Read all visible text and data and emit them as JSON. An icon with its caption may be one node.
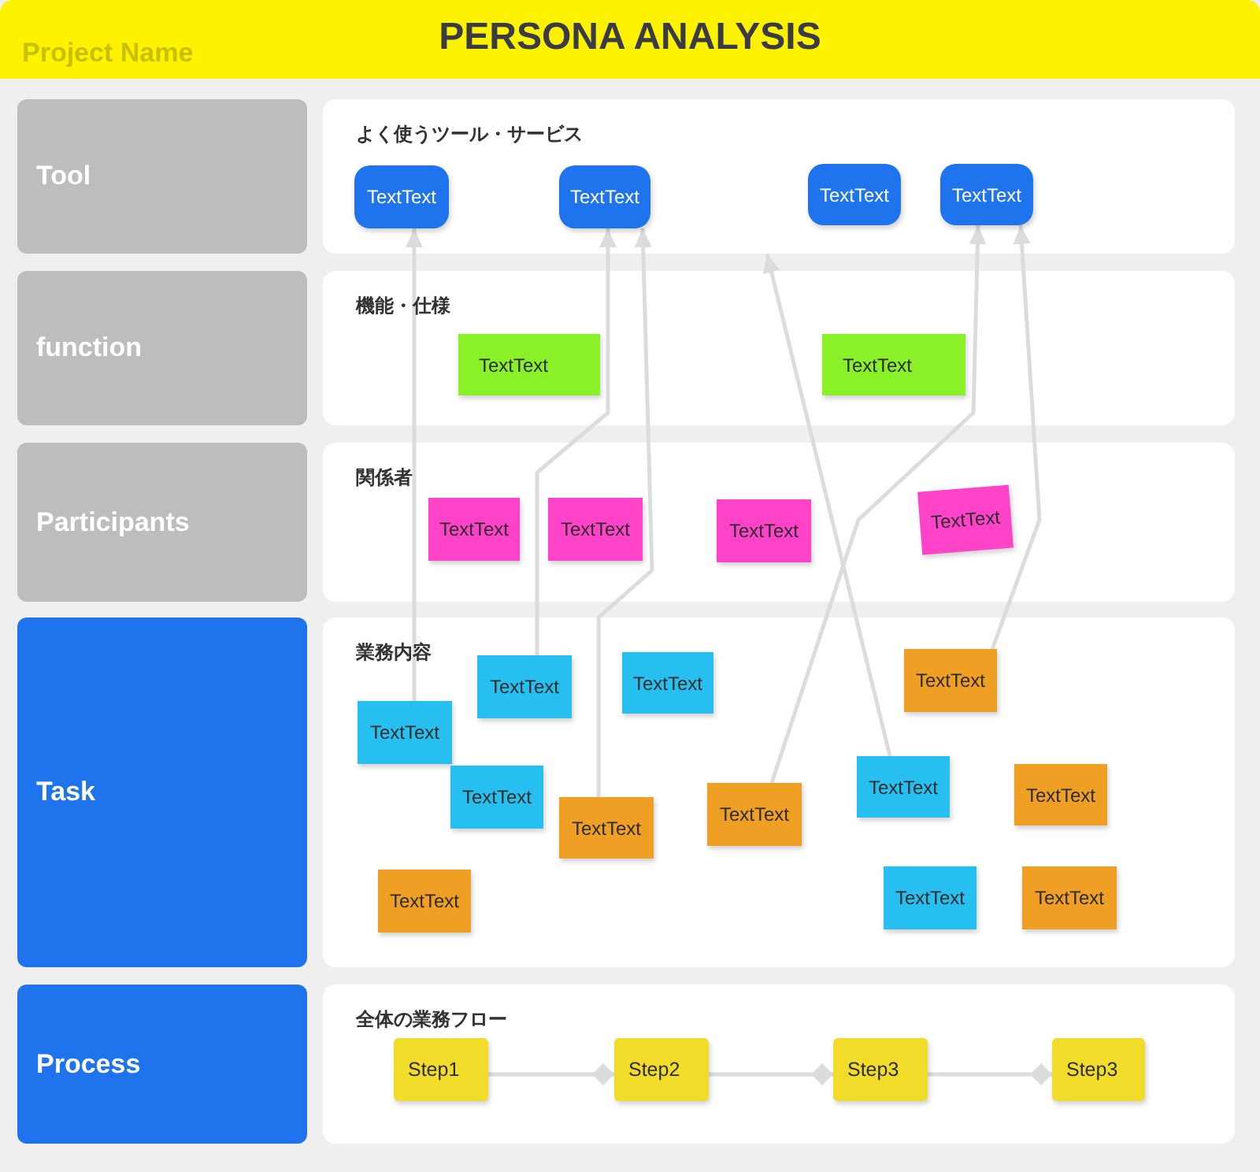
{
  "diagram": {
    "title": "PERSONA ANALYSIS",
    "nodes": [
      {
        "text": [
          "Tool"
        ]
      },
      {
        "text": [
          "よく使うツール・サービス"
        ]
      },
      {
        "text": [
          "TextText"
        ],
        "in": 1
      },
      {
        "text": [
          "TextText"
        ],
        "in": 1
      },
      {
        "text": [
          "TextText"
        ],
        "in": 1
      },
      {
        "text": [
          "TextText"
        ],
        "in": 1
      },
      {
        "text": [
          "function"
        ]
      },
      {
        "text": [
          "機能・仕様"
        ]
      },
      {
        "text": [
          "TextText"
        ],
        "in": 7
      },
      {
        "text": [
          "TextText"
        ],
        "in": 7
      },
      {
        "text": [
          "Participants"
        ]
      },
      {
        "text": [
          "関係者"
        ]
      },
      {
        "text": [
          "TextText"
        ],
        "in": 11
      },
      {
        "text": [
          "TextText"
        ],
        "in": 11
      },
      {
        "text": [
          "TextText"
        ],
        "in": 11
      },
      {
        "text": [
          "TextText"
        ],
        "in": 11
      },
      {
        "text": [
          "Task"
        ]
      },
      {
        "text": [
          "業務内容"
        ]
      },
      {
        "text": [
          "TextText"
        ],
        "in": 17
      },
      {
        "text": [
          "TextText"
        ],
        "in": 17
      },
      {
        "text": [
          "TextText"
        ],
        "in": 17
      },
      {
        "text": [
          "TextText"
        ],
        "in": 17
      },
      {
        "text": [
          "TextText"
        ],
        "in": 17
      },
      {
        "text": [
          "TextText"
        ],
        "in": 17
      },
      {
        "text": [
          "TextText"
        ],
        "in": 17
      },
      {
        "text": [
          "TextText"
        ],
        "in": 17
      },
      {
        "text": [
          "TextText"
        ],
        "in": 17
      },
      {
        "text": [
          "TextText"
        ],
        "in": 17
      },
      {
        "text": [
          "TextText"
        ],
        "in": 17
      },
      {
        "text": [
          "TextText"
        ],
        "in": 17
      },
      {
        "text": [
          "Process"
        ]
      },
      {
        "text": [
          "全体の業務フロー"
        ]
      },
      {
        "text": [
          "Step1"
        ],
        "in": 31
      },
      {
        "text": [
          "Step2"
        ],
        "in": 31
      },
      {
        "text": [
          "Step3"
        ],
        "in": 31
      },
      {
        "text": [
          "Step3"
        ],
        "in": 31
      }
    ],
    "edges": [
      {
        "from": 21,
        "to": 2,
        "arrow": "to"
      },
      {
        "from": 18,
        "to": 3,
        "arrow": "to"
      },
      {
        "from": 26,
        "to": 3,
        "arrow": "to"
      },
      {
        "from": 22,
        "to": 1,
        "arrow": "to"
      },
      {
        "from": 25,
        "to": 5,
        "arrow": "to"
      },
      {
        "from": 20,
        "to": 5,
        "arrow": "to"
      },
      {
        "from": 32,
        "to": 33,
        "arrow": "other"
      },
      {
        "from": 33,
        "to": 34,
        "arrow": "other"
      },
      {
        "from": 34,
        "to": 35,
        "arrow": "other"
      }
    ],
    "labels": [
      "Project Name"
    ]
  }
}
